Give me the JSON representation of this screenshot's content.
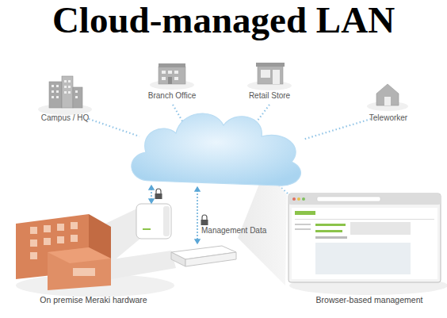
{
  "diagram": {
    "title": "Cloud-managed LAN",
    "labels": [
      "Campus / HQ",
      "Branch Office",
      "Retail Store",
      "Teleworker",
      "Management Data",
      "On premise Meraki hardware",
      "Browser-based management"
    ]
  }
}
